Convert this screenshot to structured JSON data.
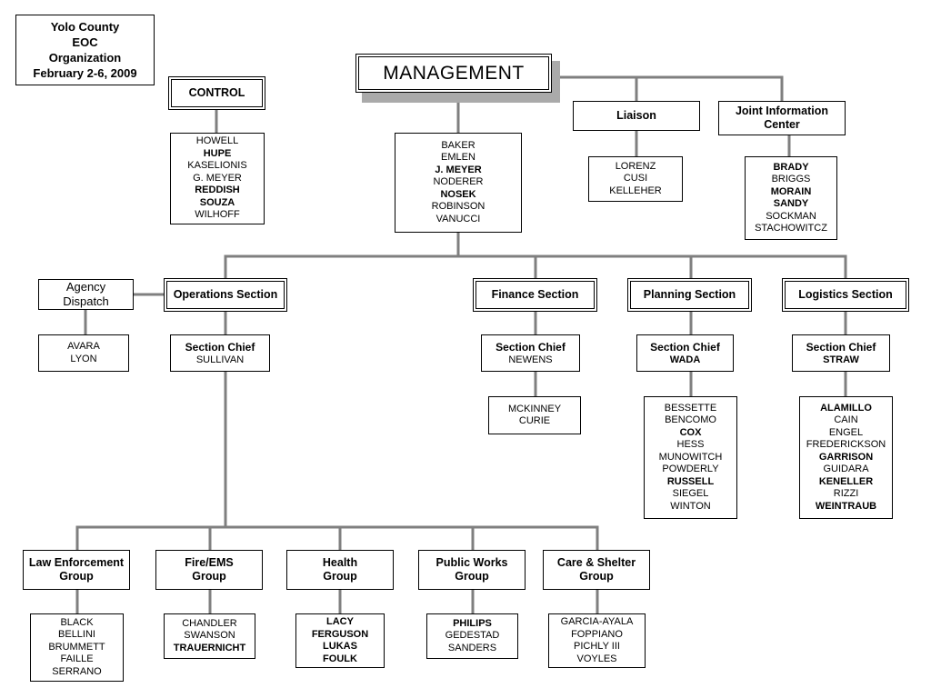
{
  "title": [
    "Yolo County",
    "EOC",
    "Organization",
    "February 2-6, 2009"
  ],
  "management": {
    "label": "MANAGEMENT",
    "names": [
      {
        "t": "BAKER",
        "b": false
      },
      {
        "t": "EMLEN",
        "b": false
      },
      {
        "t": "J. MEYER",
        "b": true
      },
      {
        "t": "NODERER",
        "b": false
      },
      {
        "t": "NOSEK",
        "b": true
      },
      {
        "t": "ROBINSON",
        "b": false
      },
      {
        "t": "VANUCCI",
        "b": false
      }
    ]
  },
  "control": {
    "label": "CONTROL",
    "names": [
      {
        "t": "HOWELL",
        "b": false
      },
      {
        "t": "HUPE",
        "b": true
      },
      {
        "t": "KASELIONIS",
        "b": false
      },
      {
        "t": "G. MEYER",
        "b": false
      },
      {
        "t": "REDDISH",
        "b": true
      },
      {
        "t": "SOUZA",
        "b": true
      },
      {
        "t": "WILHOFF",
        "b": false
      }
    ]
  },
  "liaison": {
    "label": "Liaison",
    "names": [
      {
        "t": "LORENZ",
        "b": false
      },
      {
        "t": "CUSI",
        "b": false
      },
      {
        "t": "KELLEHER",
        "b": false
      }
    ]
  },
  "jic": {
    "label": [
      "Joint Information",
      "Center"
    ],
    "names": [
      {
        "t": "BRADY",
        "b": true
      },
      {
        "t": "BRIGGS",
        "b": false
      },
      {
        "t": "MORAIN",
        "b": true
      },
      {
        "t": "SANDY",
        "b": true
      },
      {
        "t": "SOCKMAN",
        "b": false
      },
      {
        "t": "STACHOWITCZ",
        "b": false
      }
    ]
  },
  "dispatch": {
    "label": [
      "Agency",
      "Dispatch"
    ],
    "names": [
      {
        "t": "AVARA",
        "b": false
      },
      {
        "t": "LYON",
        "b": false
      }
    ]
  },
  "operations": {
    "label": "Operations Section",
    "chief_title": "Section Chief",
    "chief_name": {
      "t": "SULLIVAN",
      "b": false
    }
  },
  "finance": {
    "label": "Finance Section",
    "chief_title": "Section Chief",
    "chief_name": {
      "t": "NEWENS",
      "b": false
    },
    "names": [
      {
        "t": "MCKINNEY",
        "b": false
      },
      {
        "t": "CURIE",
        "b": false
      }
    ]
  },
  "planning": {
    "label": "Planning Section",
    "chief_title": "Section Chief",
    "chief_name": {
      "t": "WADA",
      "b": true
    },
    "names": [
      {
        "t": "BESSETTE",
        "b": false
      },
      {
        "t": "BENCOMO",
        "b": false
      },
      {
        "t": "COX",
        "b": true
      },
      {
        "t": "HESS",
        "b": false
      },
      {
        "t": "MUNOWITCH",
        "b": false
      },
      {
        "t": "POWDERLY",
        "b": false
      },
      {
        "t": "RUSSELL",
        "b": true
      },
      {
        "t": "SIEGEL",
        "b": false
      },
      {
        "t": "WINTON",
        "b": false
      }
    ]
  },
  "logistics": {
    "label": "Logistics Section",
    "chief_title": "Section Chief",
    "chief_name": {
      "t": "STRAW",
      "b": true
    },
    "names": [
      {
        "t": "ALAMILLO",
        "b": true
      },
      {
        "t": "CAIN",
        "b": false
      },
      {
        "t": "ENGEL",
        "b": false
      },
      {
        "t": "FREDERICKSON",
        "b": false
      },
      {
        "t": "GARRISON",
        "b": true
      },
      {
        "t": "GUIDARA",
        "b": false
      },
      {
        "t": "KENELLER",
        "b": true
      },
      {
        "t": "RIZZI",
        "b": false
      },
      {
        "t": "WEINTRAUB",
        "b": true
      }
    ]
  },
  "groups": {
    "law": {
      "label": [
        "Law Enforcement",
        "Group"
      ],
      "names": [
        {
          "t": "BLACK",
          "b": false
        },
        {
          "t": "BELLINI",
          "b": false
        },
        {
          "t": "BRUMMETT",
          "b": false
        },
        {
          "t": "FAILLE",
          "b": false
        },
        {
          "t": "SERRANO",
          "b": false
        }
      ]
    },
    "fire": {
      "label": [
        "Fire/EMS",
        "Group"
      ],
      "names": [
        {
          "t": "CHANDLER",
          "b": false
        },
        {
          "t": "SWANSON",
          "b": false
        },
        {
          "t": "TRAUERNICHT",
          "b": true
        }
      ]
    },
    "health": {
      "label": [
        "Health",
        "Group"
      ],
      "names": [
        {
          "t": "LACY",
          "b": true
        },
        {
          "t": "FERGUSON",
          "b": true
        },
        {
          "t": "LUKAS",
          "b": true
        },
        {
          "t": "FOULK",
          "b": true
        }
      ]
    },
    "works": {
      "label": [
        "Public Works",
        "Group"
      ],
      "names": [
        {
          "t": "PHILIPS",
          "b": true
        },
        {
          "t": "GEDESTAD",
          "b": false
        },
        {
          "t": "SANDERS",
          "b": false
        }
      ]
    },
    "care": {
      "label": [
        "Care & Shelter",
        "Group"
      ],
      "names": [
        {
          "t": "GARCIA-AYALA",
          "b": false
        },
        {
          "t": "FOPPIANO",
          "b": false
        },
        {
          "t": "PICHLY III",
          "b": false
        },
        {
          "t": "VOYLES",
          "b": false
        }
      ]
    }
  }
}
